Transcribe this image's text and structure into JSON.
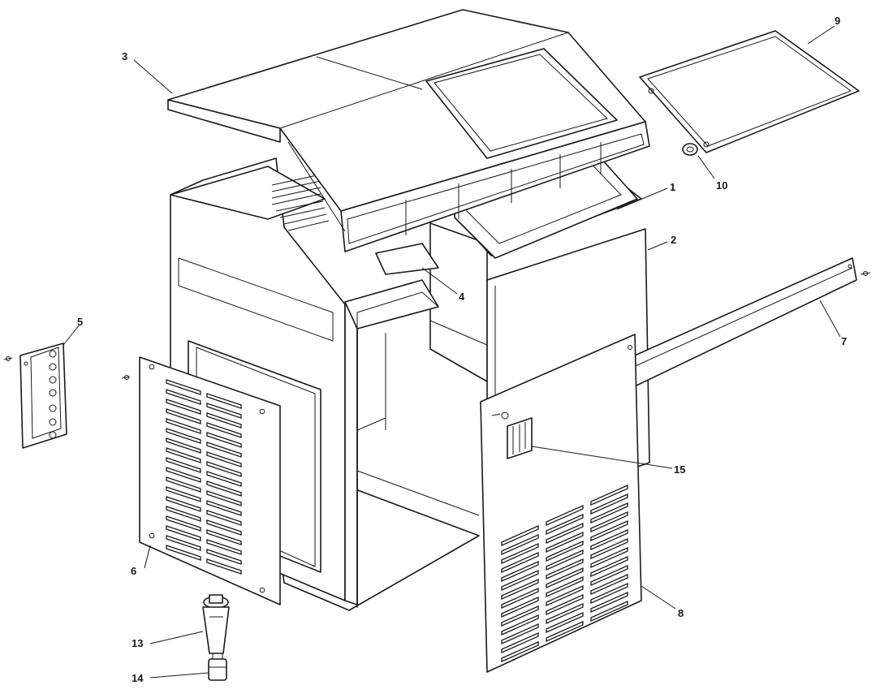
{
  "callouts": [
    {
      "id": "c1",
      "text": "1"
    },
    {
      "id": "c2",
      "text": "2"
    },
    {
      "id": "c3",
      "text": "3"
    },
    {
      "id": "c4",
      "text": "4"
    },
    {
      "id": "c5",
      "text": "5"
    },
    {
      "id": "c6",
      "text": "6"
    },
    {
      "id": "c7",
      "text": "7"
    },
    {
      "id": "c8",
      "text": "8"
    },
    {
      "id": "c9",
      "text": "9"
    },
    {
      "id": "c10",
      "text": "10"
    },
    {
      "id": "c13",
      "text": "13"
    },
    {
      "id": "c14",
      "text": "14"
    },
    {
      "id": "c15",
      "text": "15"
    }
  ],
  "colors": {
    "ink": "#1a1a1a",
    "paper": "#ffffff"
  }
}
